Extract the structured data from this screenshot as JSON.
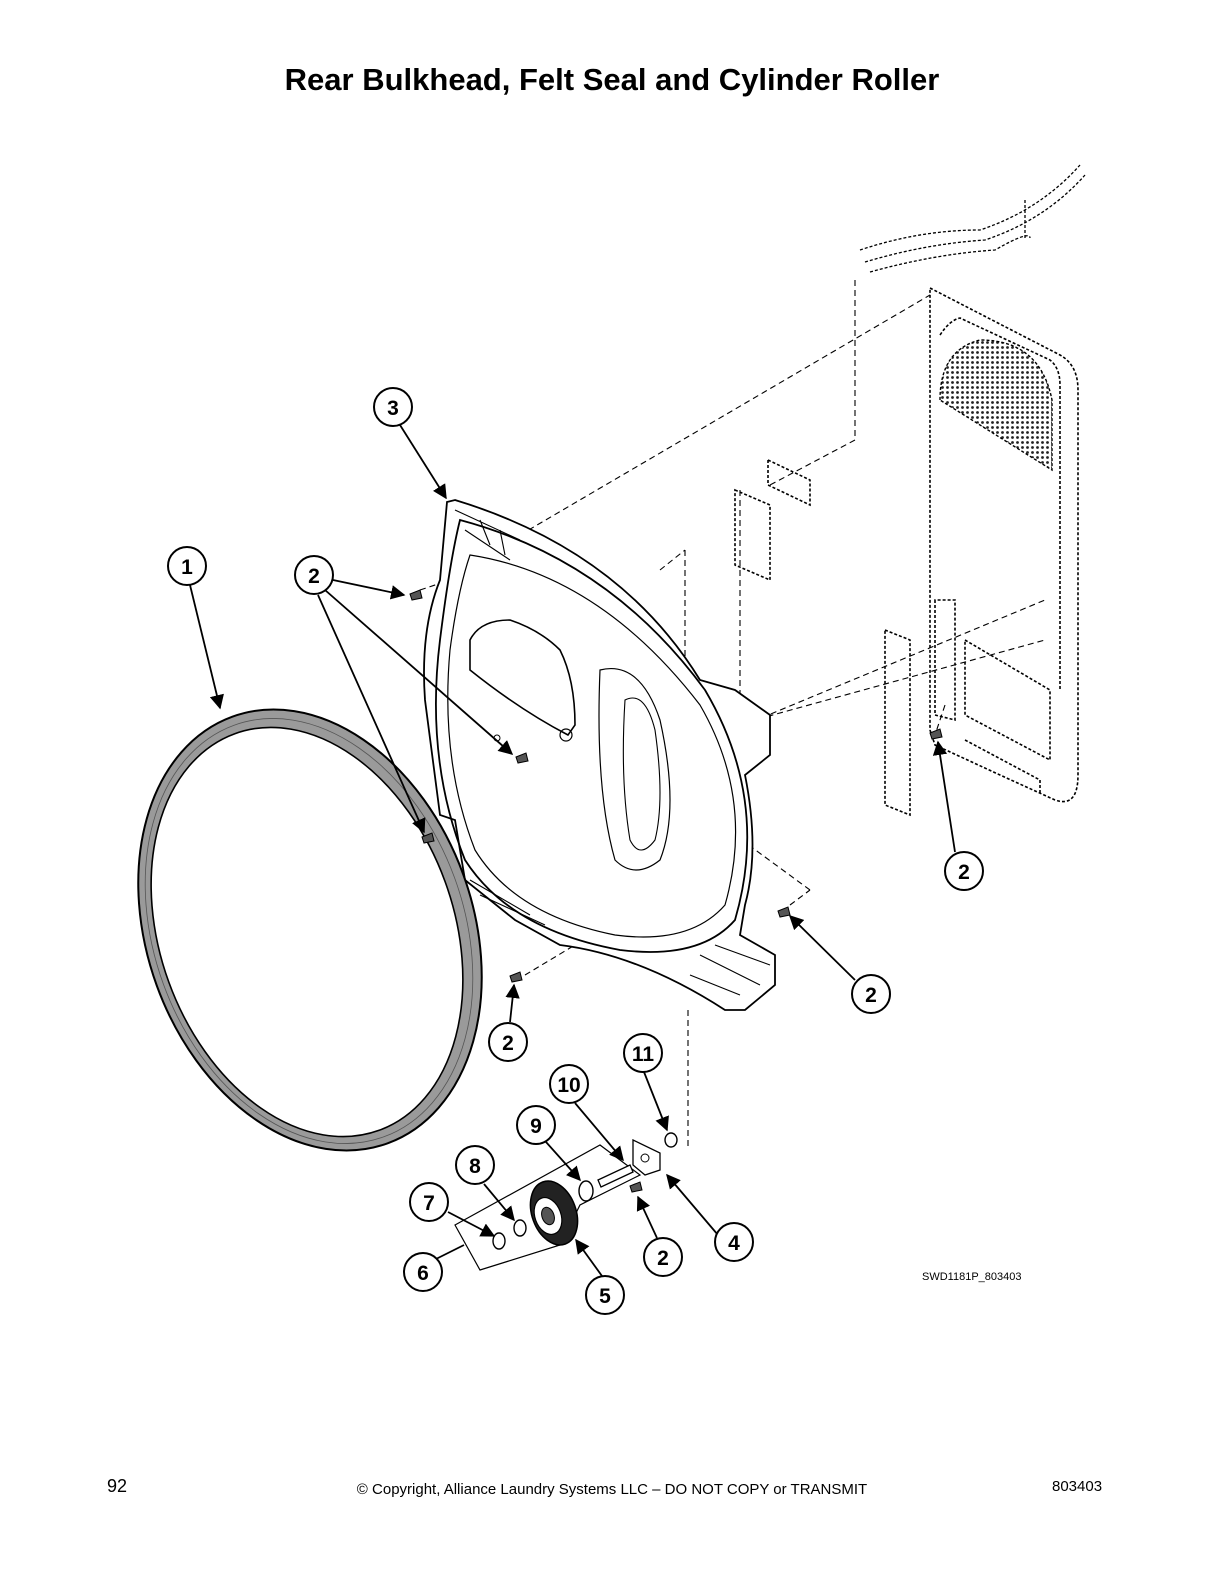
{
  "page": {
    "title": "Rear Bulkhead, Felt Seal and Cylinder Roller",
    "drawing_id": "SWD1181P_803403",
    "footer": {
      "page_number": "92",
      "copyright": "© Copyright, Alliance Laundry Systems LLC – DO NOT COPY or TRANSMIT",
      "document_number": "803403"
    }
  },
  "diagram": {
    "callouts": [
      {
        "id": "c1",
        "label": "1"
      },
      {
        "id": "c2a",
        "label": "2"
      },
      {
        "id": "c3",
        "label": "3"
      },
      {
        "id": "c2b",
        "label": "2"
      },
      {
        "id": "c2c",
        "label": "2"
      },
      {
        "id": "c2d",
        "label": "2"
      },
      {
        "id": "c11",
        "label": "11"
      },
      {
        "id": "c10",
        "label": "10"
      },
      {
        "id": "c9",
        "label": "9"
      },
      {
        "id": "c8",
        "label": "8"
      },
      {
        "id": "c7",
        "label": "7"
      },
      {
        "id": "c6",
        "label": "6"
      },
      {
        "id": "c5",
        "label": "5"
      },
      {
        "id": "c2e",
        "label": "2"
      },
      {
        "id": "c4",
        "label": "4"
      }
    ]
  }
}
